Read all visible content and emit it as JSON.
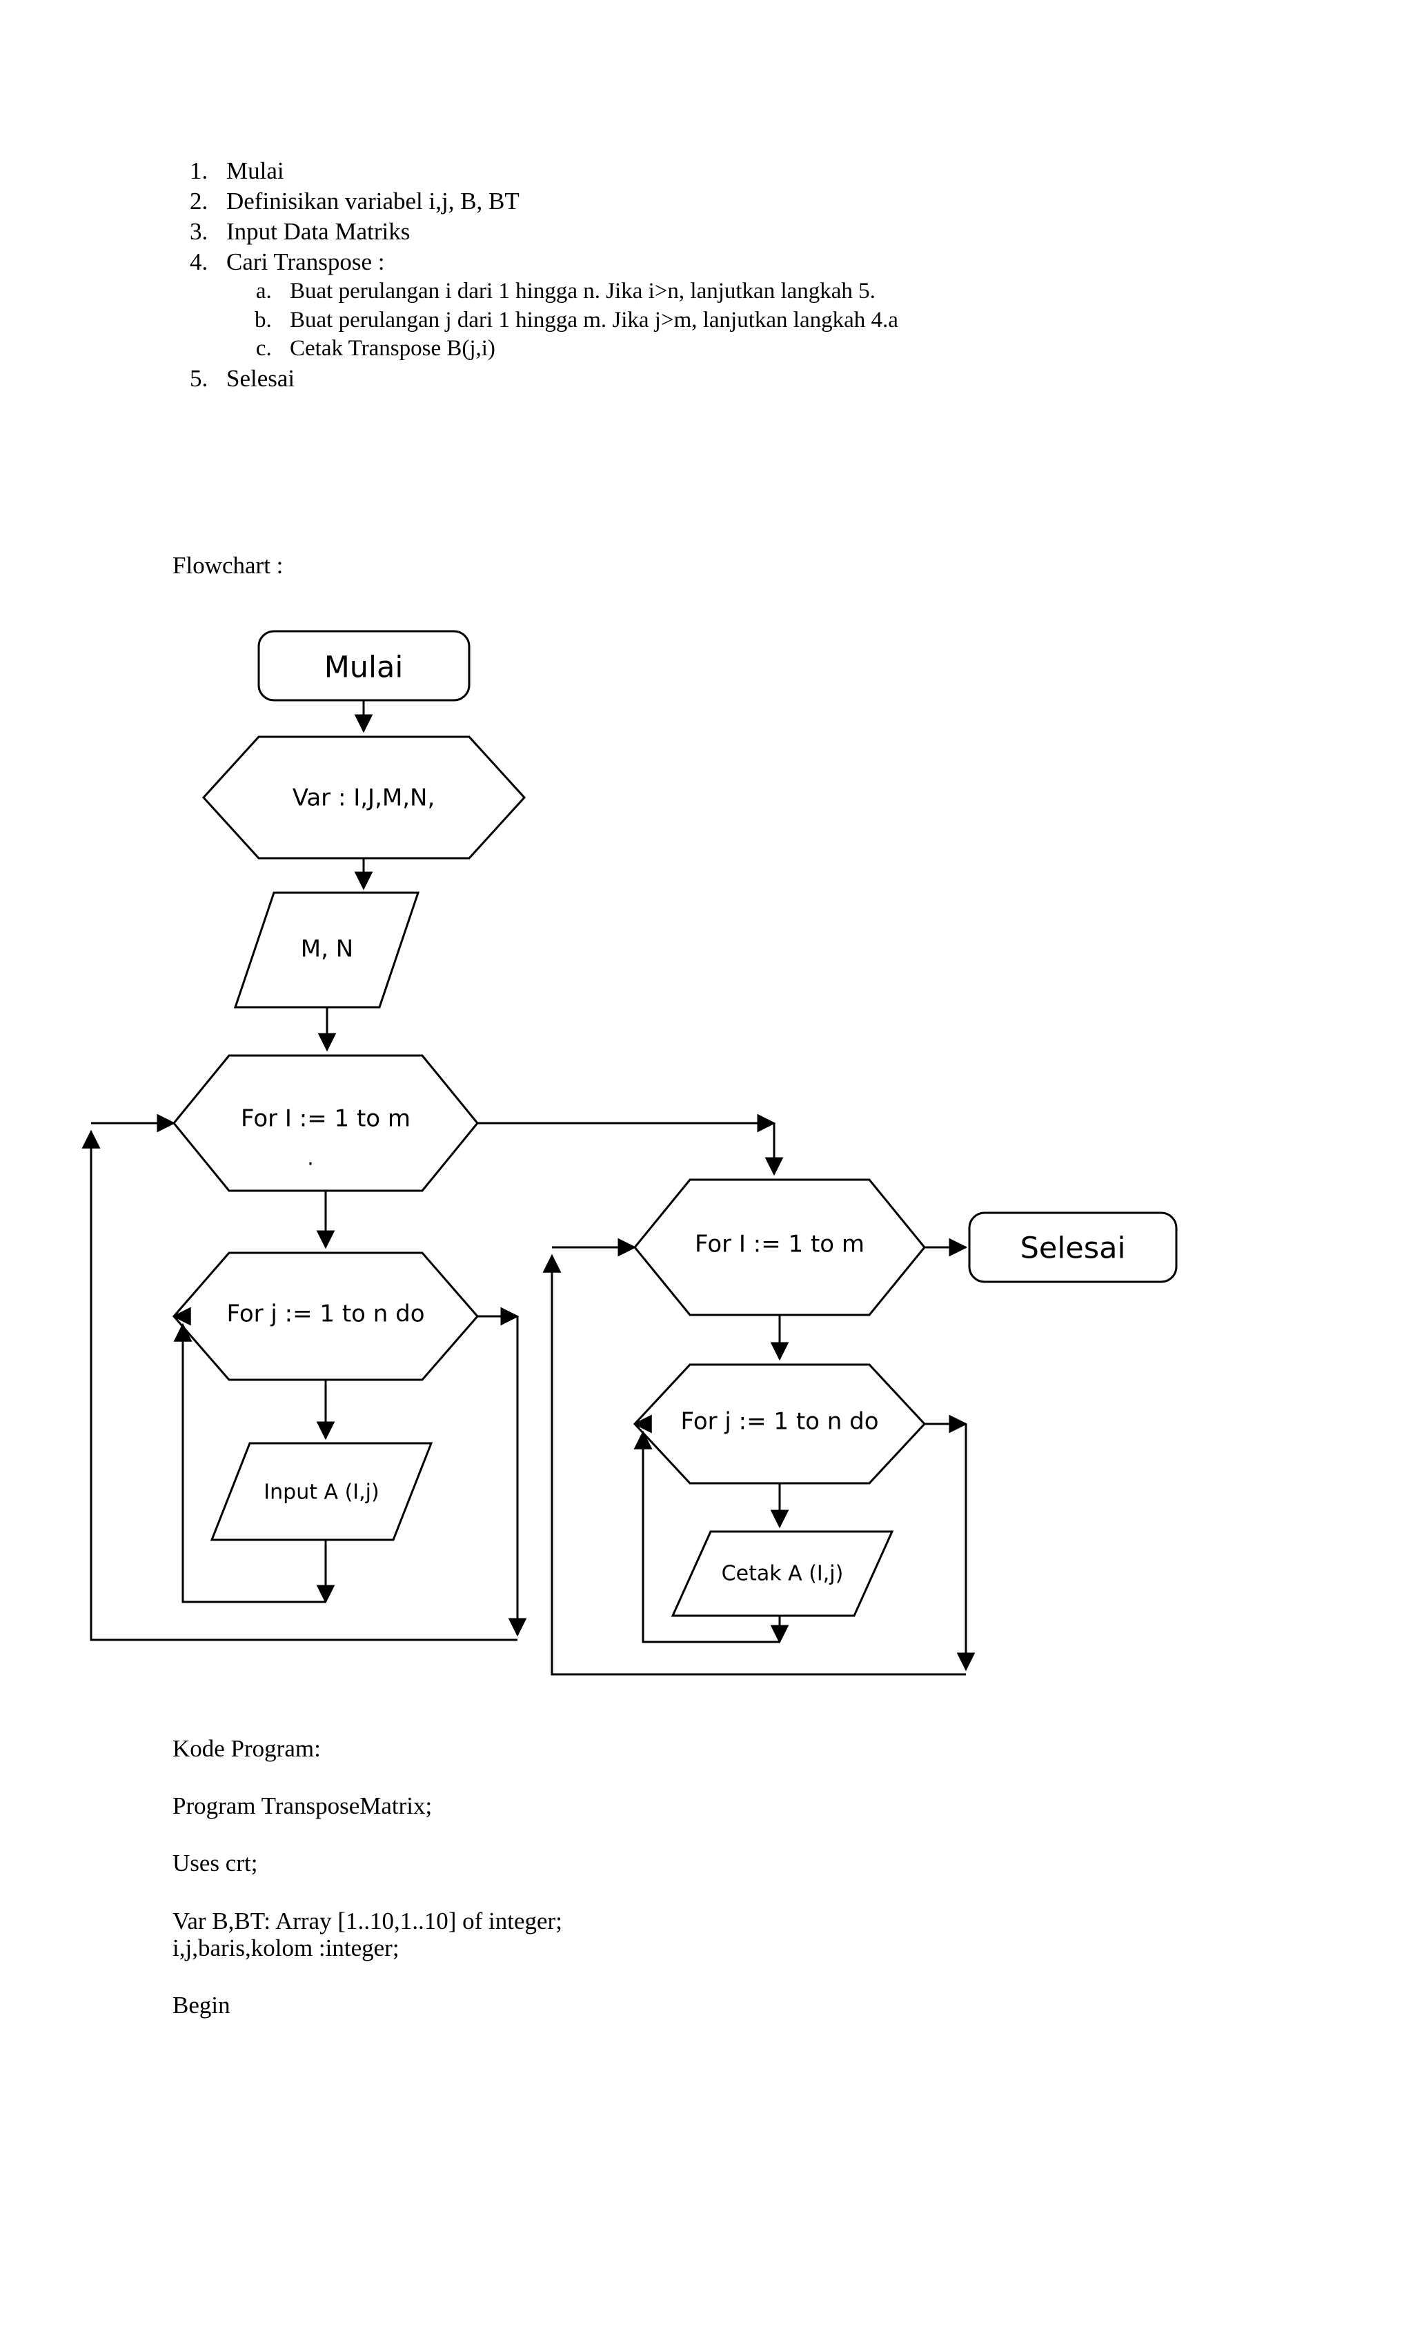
{
  "algorithm": {
    "steps": [
      {
        "text": "Mulai"
      },
      {
        "text": "Definisikan variabel i,j, B, BT"
      },
      {
        "text": "Input Data Matriks"
      },
      {
        "text": "Cari Transpose :",
        "substeps": [
          "Buat perulangan i dari 1 hingga n. Jika i>n, lanjutkan langkah 5.",
          "Buat perulangan j dari 1 hingga m. Jika j>m, lanjutkan langkah 4.a",
          "Cetak Transpose B(j,i)"
        ]
      },
      {
        "text": "Selesai"
      }
    ]
  },
  "flowchart_label": "Flowchart :",
  "flowchart": {
    "nodes": {
      "start": "Mulai",
      "declare": "Var :  I,J,M,N,",
      "input_mn": "M, N",
      "loop_i_left": "For I := 1 to m",
      "loop_i_left_dot": ".",
      "loop_j_left": "For j := 1 to n do",
      "input_a": "Input A (I,j)",
      "loop_i_right": "For I := 1 to m",
      "loop_j_right": "For j := 1 to n do",
      "cetak_a": "Cetak A (I,j)",
      "end": "Selesai"
    }
  },
  "code_section": {
    "heading": "Kode Program:",
    "lines": [
      "Program TransposeMatrix;",
      "Uses crt;",
      "Var  B,BT: Array [1..10,1..10] of integer;",
      "i,j,baris,kolom :integer;",
      "Begin"
    ]
  },
  "colors": {
    "stroke": "#000000",
    "shape_fill": "#ffffff",
    "page_background": "#ffffff",
    "text": "#000000"
  }
}
